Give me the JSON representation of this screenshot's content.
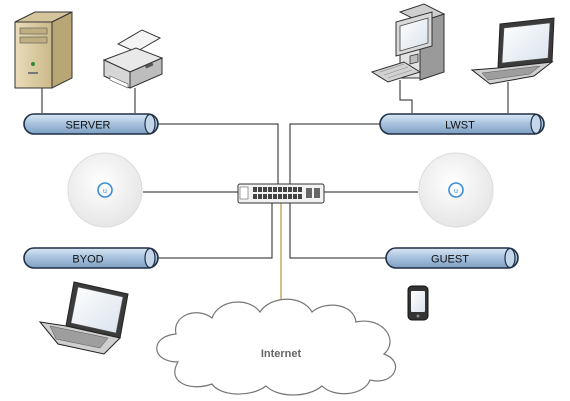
{
  "segments": {
    "server": "SERVER",
    "lwst": "LWST",
    "byod": "BYOD",
    "guest": "GUEST"
  },
  "cloud": {
    "label": "Internet"
  },
  "icons": {
    "server": "tower-server-icon",
    "printer": "printer-icon",
    "desktop": "desktop-computer-icon",
    "laptop_top": "laptop-icon",
    "access_point_left": "wireless-access-point-icon",
    "access_point_right": "wireless-access-point-icon",
    "switch": "network-switch-icon",
    "laptop_bottom": "laptop-icon",
    "phone": "mobile-phone-icon",
    "cloud": "cloud-icon"
  },
  "colors": {
    "bus_fill": "#a9c4df",
    "bus_stroke": "#1f2f45",
    "link": "#222222",
    "internet_link": "#b8963a",
    "cloud_stroke": "#777777"
  }
}
